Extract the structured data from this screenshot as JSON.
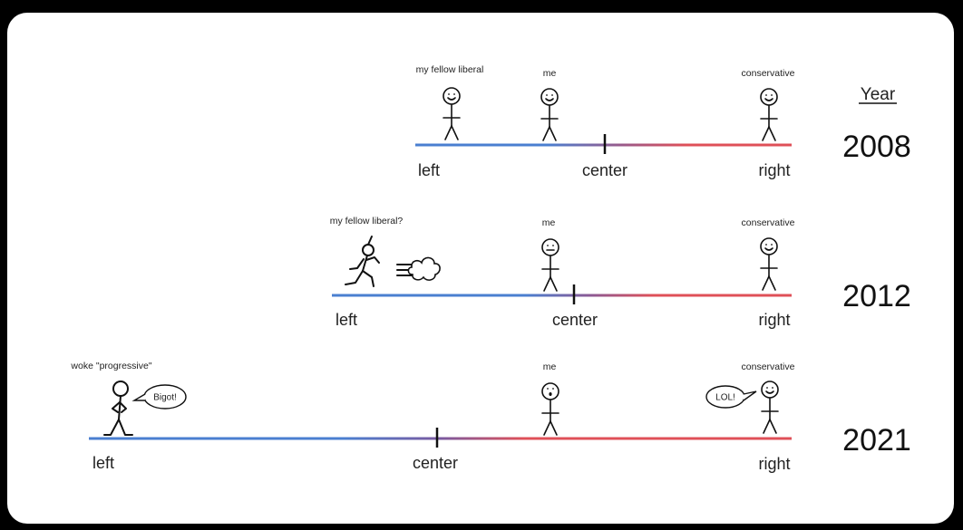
{
  "header": {
    "year_label": "Year"
  },
  "colors": {
    "left": "#4a7fd0",
    "right": "#df5058",
    "ink": "#111111"
  },
  "rows": [
    {
      "year": "2008",
      "axis": {
        "left": "left",
        "center": "center",
        "right": "right"
      },
      "figures": {
        "liberal": "my fellow liberal",
        "me": "me",
        "conservative": "conservative"
      }
    },
    {
      "year": "2012",
      "axis": {
        "left": "left",
        "center": "center",
        "right": "right"
      },
      "figures": {
        "liberal": "my fellow liberal?",
        "me": "me",
        "conservative": "conservative"
      }
    },
    {
      "year": "2021",
      "axis": {
        "left": "left",
        "center": "center",
        "right": "right"
      },
      "figures": {
        "liberal": "woke \"progressive\"",
        "me": "me",
        "conservative": "conservative"
      },
      "speech": {
        "liberal": "Bigot!",
        "conservative": "LOL!"
      }
    }
  ]
}
